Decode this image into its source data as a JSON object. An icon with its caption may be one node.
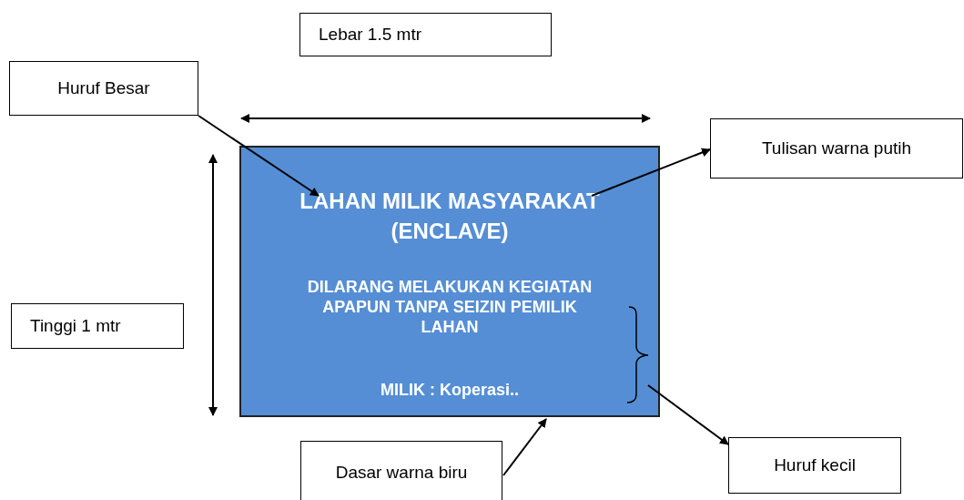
{
  "diagram": {
    "nodes": [
      {
        "text": [
          "Lebar 1.5 mtr"
        ]
      },
      {
        "text": [
          "Huruf Besar"
        ]
      },
      {
        "text": [
          "Tulisan warna putih"
        ]
      },
      {
        "text": [
          "LAHAN MILIK MASYARAKAT (ENCLAVE)",
          "DILARANG MELAKUKAN KEGIATAN APAPUN TANPA SEIZIN PEMILIK LAHAN",
          "MILIK : Koperasi.."
        ]
      },
      {
        "text": [
          "Tinggi 1 mtr"
        ]
      },
      {
        "text": [
          "Dasar warna biru"
        ]
      },
      {
        "text": [
          "Huruf kecil"
        ]
      }
    ],
    "edges": [
      {
        "from": 1,
        "to": 3,
        "arrow": "to"
      },
      {
        "from": 3,
        "to": 2,
        "arrow": "to"
      },
      {
        "from": 5,
        "to": 3,
        "arrow": "to"
      },
      {
        "from": 3,
        "to": 6,
        "arrow": "to"
      }
    ]
  }
}
